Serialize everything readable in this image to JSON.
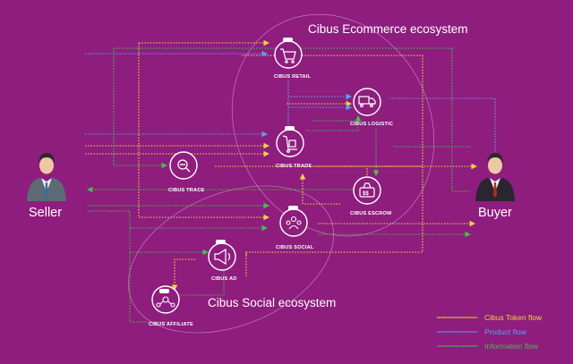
{
  "ecosystems": {
    "ecommerce_title": "Cibus Ecommerce ecosystem",
    "social_title": "Cibus Social ecosystem"
  },
  "actors": {
    "seller": "Seller",
    "buyer": "Buyer"
  },
  "nodes": {
    "retail": "CIBUS RETAIL",
    "logistic": "CIBUS LOGISTIC",
    "trade": "CIBUS TRADE",
    "trace": "CIBUS TRACE",
    "escrow": "CIBUS ESCROW",
    "social": "CIBUS SOCIAL",
    "ad": "CIBUS AD",
    "affiliate": "CIBUS AFFILIATE"
  },
  "legend": [
    {
      "label": "Cibus Token flow",
      "color": "#f5d33a"
    },
    {
      "label": "Product flow",
      "color": "#5aa0f0"
    },
    {
      "label": "Information flow",
      "color": "#4dbb4a"
    }
  ],
  "colors": {
    "background": "#8e1d7e",
    "token_flow": "#f5d33a",
    "product_flow": "#5aa0f0",
    "information_flow": "#4dbb4a",
    "node_stroke": "#ffffff"
  }
}
